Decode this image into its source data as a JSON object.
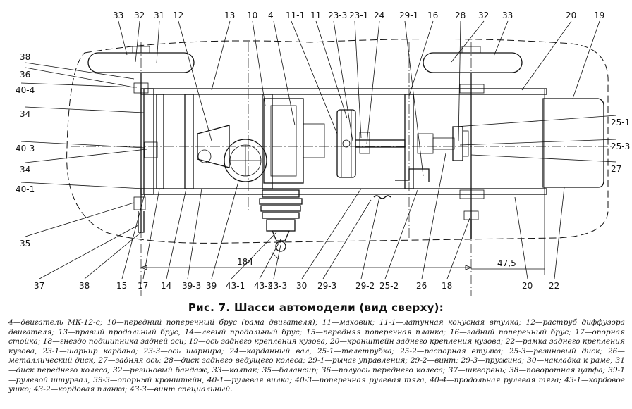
{
  "figure": {
    "caption": "Рис. 7. Шасси автомодели (вид сверху):",
    "dimensions": {
      "length_label": "184",
      "offset_label": "47,5"
    },
    "top_callouts": [
      "33",
      "32",
      "31",
      "12",
      "13",
      "10",
      "4",
      "11-1",
      "11",
      "23-3",
      "23-1",
      "24",
      "29-1",
      "16",
      "28",
      "32",
      "33",
      "20",
      "19"
    ],
    "left_callouts": [
      "38",
      "36",
      "40-4",
      "34",
      "40-3",
      "34",
      "40-1",
      "35"
    ],
    "right_callouts": [
      "25-1",
      "25-3",
      "27"
    ],
    "bottom_callouts": [
      "37",
      "38",
      "15",
      "17",
      "14",
      "39-3",
      "39",
      "43-1",
      "43-2",
      "43-3",
      "30",
      "29-3",
      "29-2",
      "25-2",
      "26",
      "18",
      "20",
      "22"
    ]
  },
  "legend_text": "4—двигатель МК-12-с; 10—передний поперечный брус (рама двигателя); 11—маховик; 11-1—латунная конусная втулка; 12—раструб диффузора двигателя; 13—правый продольный брус, 14—левый продольный брус; 15—передняя поперечная планка; 16—задний поперечный брус; 17—опорная стойка; 18—гнездо подшипника задней оси; 19—ось заднего крепления кузова; 20—кронштейн заднего крепления кузова; 22—рамка заднего крепления кузова, 23-1—шарнир кардана; 23-3—ось шарнира; 24—карданный вал, 25-1—телетрубка; 25-2—распорная втулка; 25-3—резиновый диск; 26—металлический диск; 27—задняя ось; 28—диск заднего ведущего колеса; 29-1—рычаг управления; 29-2—винт; 29-3—пружина; 30—накладка к раме; 31—диск переднего колеса; 32—резиновый бандаж, 33—колпак; 35—балансир; 36—полуось переднего колеса; 37—шкворень; 38—поворотная цапфа; 39-1—рулевой штурвал, 39-3—опорный кронштейн, 40-1—рулевая вилка; 40-3—поперечная рулевая тяга, 40-4—продольная рулевая тяга; 43-1—кордовое ушко; 43-2—кордовая планка; 43-3—винт специальный."
}
